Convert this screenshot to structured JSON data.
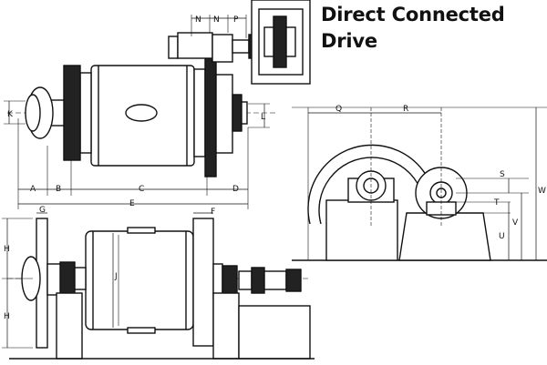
{
  "title": {
    "line1": "Direct Connected",
    "line2": "Drive"
  },
  "dimension_labels": {
    "N1": "N",
    "N2": "N",
    "P": "P",
    "K": "K",
    "L": "L",
    "A": "A",
    "B": "B",
    "C": "C",
    "D": "D",
    "E": "E",
    "G": "G",
    "F": "F",
    "H_upper": "H",
    "H_lower": "H",
    "J": "J",
    "Q": "Q",
    "R": "R",
    "S": "S",
    "T": "T",
    "U": "U",
    "V": "V",
    "W": "W"
  }
}
